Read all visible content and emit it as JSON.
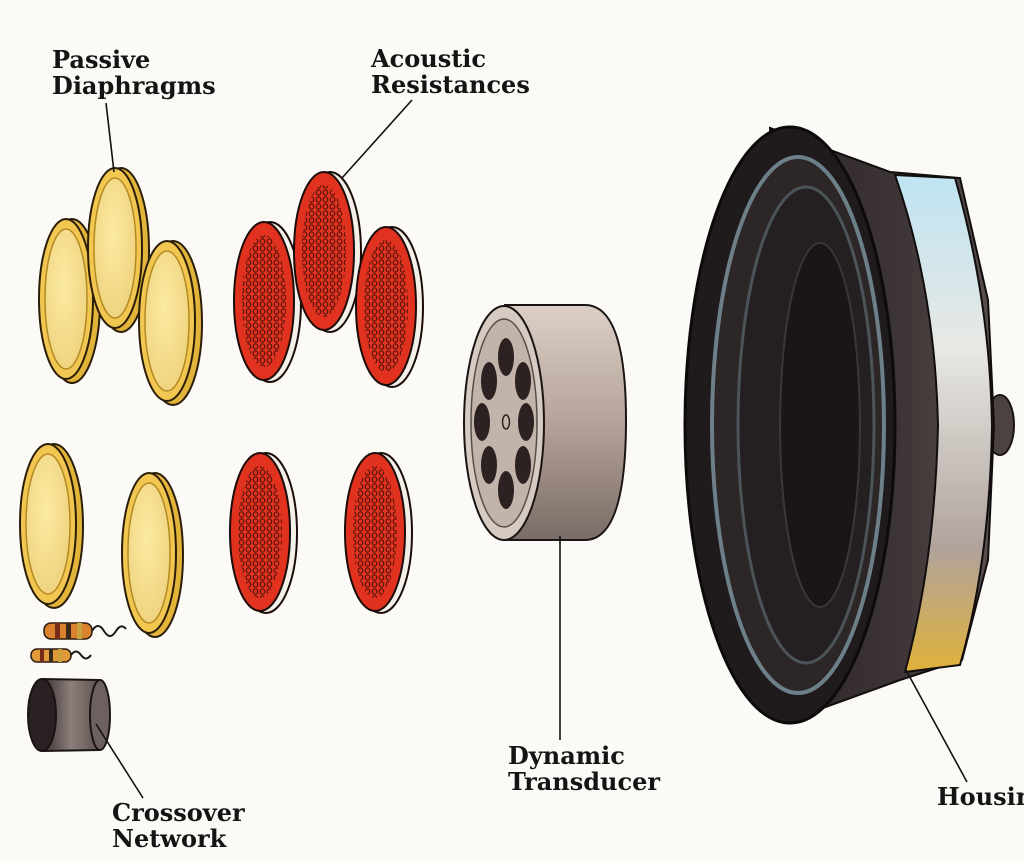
{
  "labels": {
    "passive_diaphragms": [
      "Passive",
      "Diaphragms"
    ],
    "acoustic_resistances": [
      "Acoustic",
      "Resistances"
    ],
    "dynamic_transducer": [
      "Dynamic",
      "Transducer"
    ],
    "crossover_network": [
      "Crossover",
      "Network"
    ],
    "housing": [
      "Housin"
    ]
  },
  "colors": {
    "background": "#fbfaf6",
    "diaphragm_gold": "#f0c64a",
    "diaphragm_face": "#f7e089",
    "resistance_red": "#e0321e",
    "transducer_metal": "#b7a79c",
    "housing_dark": "#332c2e",
    "label_ink": "#141414"
  }
}
